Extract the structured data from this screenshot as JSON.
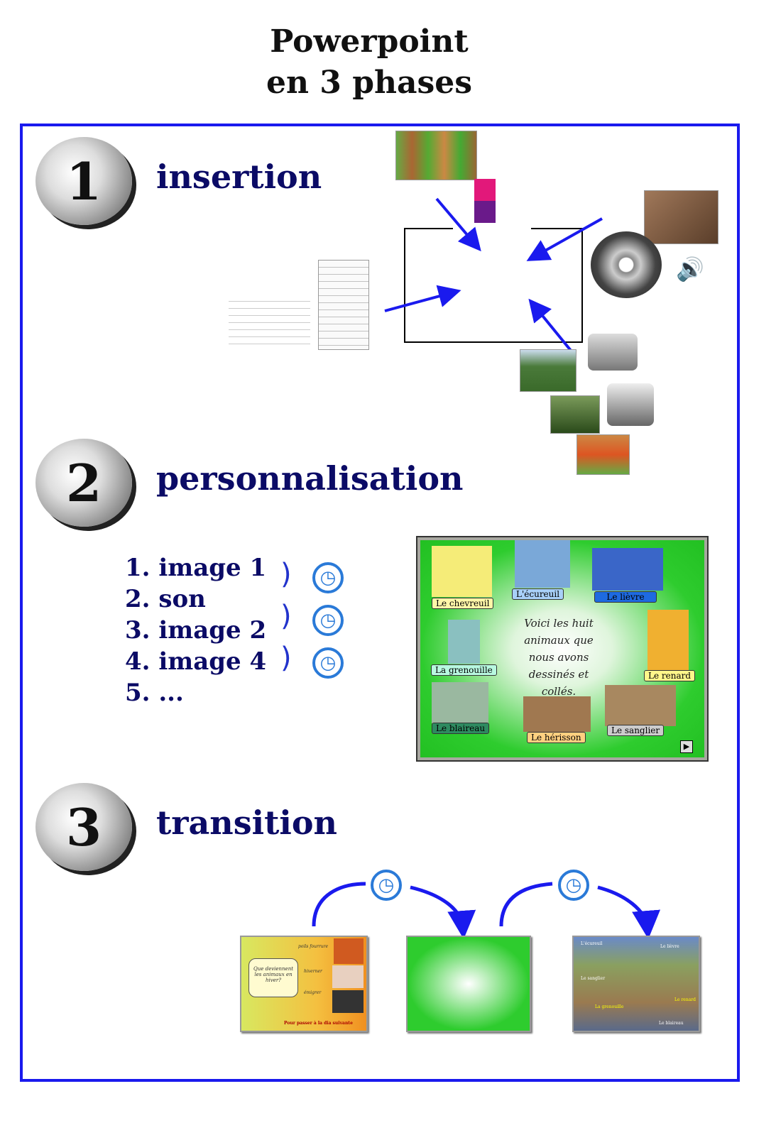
{
  "title": {
    "line1": "Powerpoint",
    "line2": "en 3 phases"
  },
  "sections": [
    {
      "number": "1",
      "title": "insertion"
    },
    {
      "number": "2",
      "title": "personnalisation"
    },
    {
      "number": "3",
      "title": "transition"
    }
  ],
  "list": [
    "1. image 1",
    "2. son",
    "3. image 2",
    "4. image 4",
    "5. ..."
  ],
  "slide": {
    "text": "Voici les huit animaux que nous avons dessinés et collés.",
    "animals": [
      "Le chevreuil",
      "L'écureuil",
      "Le lièvre",
      "La grenouille",
      "Le renard",
      "Le blaireau",
      "Le hérisson",
      "Le sanglier"
    ]
  },
  "mini_slides": {
    "first_question": "Que deviennent les animaux en hiver?",
    "first_labels": [
      "poils fourrure",
      "hiverner",
      "émigrer"
    ],
    "first_footer": "Pour passer à la dia suivante",
    "third_labels": [
      "L'écureuil",
      "Le lièvre",
      "Le sanglier",
      "La grenouille",
      "Le renard",
      "Le blaireau"
    ]
  },
  "colors": {
    "frame": "#1a1aee",
    "heading": "#0b0b66",
    "arrow": "#1a1aee",
    "slide_green": "#22c022"
  }
}
